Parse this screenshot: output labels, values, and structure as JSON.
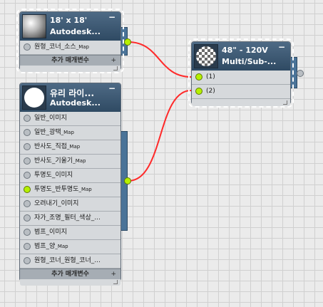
{
  "node_bitmap": {
    "title_line1": "18' x 18'",
    "title_line2": "Autodesk...",
    "minimize": "−",
    "slots": [
      {
        "label": "원형_코너_소스",
        "suffix": "_Map"
      }
    ],
    "footer": "추가 매개변수",
    "footer_plus": "+"
  },
  "node_glass": {
    "title_line1": "유리 라이...",
    "title_line2": "Autodesk...",
    "minimize": "−",
    "slots": [
      {
        "label": "일반_이미지",
        "suffix": ""
      },
      {
        "label": "일반_광택",
        "suffix": "_Map"
      },
      {
        "label": "반사도_직접",
        "suffix": "_Map"
      },
      {
        "label": "반사도_기울기",
        "suffix": "_Map"
      },
      {
        "label": "투명도_이미지",
        "suffix": ""
      },
      {
        "label": "투명도_반투명도",
        "suffix": "_Map"
      },
      {
        "label": "오려내기_이미지",
        "suffix": ""
      },
      {
        "label": "자가_조명_필터_색상_...",
        "suffix": ""
      },
      {
        "label": "범프_이미지",
        "suffix": ""
      },
      {
        "label": "범프_양",
        "suffix": "_Map"
      },
      {
        "label": "원형_코너_원형_코너_...",
        "suffix": ""
      }
    ],
    "footer": "추가 매개변수",
    "footer_plus": "+"
  },
  "node_multi": {
    "title_line1": "48\" - 120V",
    "title_line2": "Multi/Sub-...",
    "minimize": "−",
    "slots": [
      {
        "label": "(1)",
        "suffix": ""
      },
      {
        "label": "(2)",
        "suffix": ""
      }
    ]
  },
  "colors": {
    "wire": "#ff2020",
    "socket_connected": "#b6f000",
    "header": "#3a5672"
  }
}
